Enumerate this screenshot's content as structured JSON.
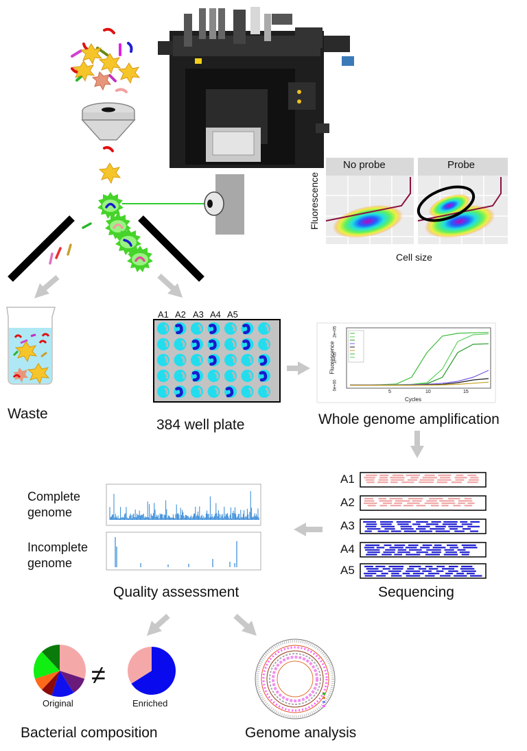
{
  "panels": {
    "no_probe": "No probe",
    "probe": "Probe",
    "y_axis": "Fluorescence",
    "x_axis": "Cell size"
  },
  "stages": {
    "waste": "Waste",
    "plate": "384 well plate",
    "wga": "Whole genome amplification",
    "sequencing": "Sequencing",
    "quality": "Quality assessment",
    "composition": "Bacterial composition",
    "analysis": "Genome analysis"
  },
  "wells": [
    "A1",
    "A2",
    "A3",
    "A4",
    "A5"
  ],
  "quality_rows": [
    "Complete genome",
    "Incomplete genome"
  ],
  "pies": {
    "original": "Original",
    "enriched": "Enriched",
    "not_equal": "≠"
  },
  "amp_chart": {
    "y_label": "Fluorescence",
    "x_label": "Cycles",
    "y_ticks": [
      "0e+00",
      "1e+05",
      "2e+05"
    ],
    "x_ticks": [
      "5",
      "10",
      "15"
    ]
  },
  "colors": {
    "gfp_green": "#3dcf2c",
    "well_cyan": "#22ddee",
    "well_blue": "#1a1acc",
    "read_pink": "#f0a6a6",
    "read_blue": "#1c1cd0",
    "bar_blue": "#2e86d6",
    "arrow_gray": "#c8c8c8"
  },
  "chart_data": [
    {
      "type": "pie",
      "title": "",
      "categories": [
        "pink",
        "purple",
        "blue",
        "dark red",
        "orange",
        "green",
        "dark green"
      ],
      "values": [
        30,
        11,
        14,
        7,
        8,
        18,
        12
      ],
      "xlabel": "Original"
    },
    {
      "type": "pie",
      "title": "",
      "categories": [
        "blue",
        "pink"
      ],
      "values": [
        66,
        34
      ],
      "xlabel": "Enriched"
    },
    {
      "type": "line",
      "title": "",
      "xlabel": "Cycles",
      "ylabel": "Fluorescence",
      "xlim": [
        0,
        18
      ],
      "ylim": [
        0,
        200000
      ],
      "x": [
        0,
        2,
        4,
        6,
        8,
        10,
        12,
        14,
        16,
        18
      ],
      "series": [
        {
          "values": [
            2000,
            2000,
            3000,
            5000,
            30000,
            120000,
            180000,
            190000,
            192000,
            193000
          ]
        },
        {
          "values": [
            2000,
            2000,
            2000,
            3000,
            4000,
            10000,
            60000,
            160000,
            185000,
            188000
          ]
        },
        {
          "values": [
            2000,
            2000,
            2000,
            2000,
            3000,
            6000,
            30000,
            120000,
            150000,
            152000
          ]
        },
        {
          "values": [
            2000,
            2000,
            2000,
            2000,
            3000,
            4000,
            8000,
            15000,
            30000,
            55000
          ]
        },
        {
          "values": [
            1000,
            1000,
            1000,
            1000,
            1000,
            2000,
            4000,
            10000,
            20000,
            25000
          ]
        },
        {
          "values": [
            1000,
            1000,
            1000,
            1000,
            1000,
            1000,
            2000,
            4000,
            8000,
            12000
          ]
        }
      ]
    }
  ]
}
